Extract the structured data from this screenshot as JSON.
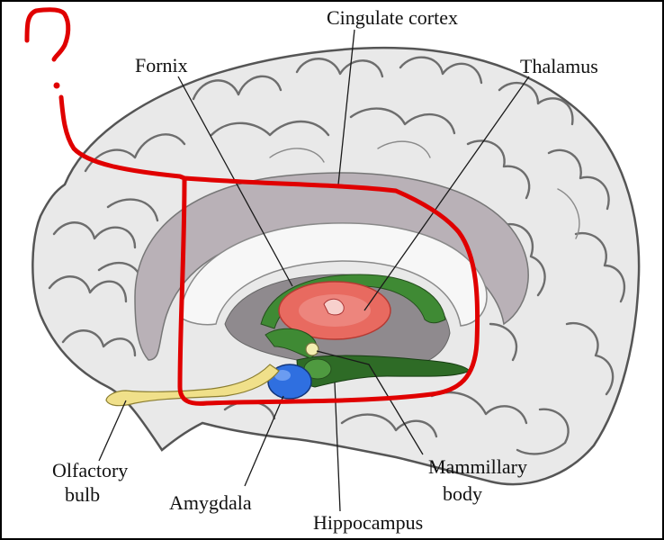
{
  "labels": {
    "cingulate_cortex": "Cingulate cortex",
    "fornix": "Fornix",
    "thalamus": "Thalamus",
    "olfactory_bulb_line1": "Olfactory",
    "olfactory_bulb_line2": "bulb",
    "amygdala": "Amygdala",
    "hippocampus": "Hippocampus",
    "mammillary_body_line1": "Mammillary",
    "mammillary_body_line2": "body"
  },
  "colors": {
    "annotation": "#e00000",
    "thalamus": "#e86a60",
    "amygdala": "#2f6fe0",
    "hippocampus": "#2e6b26",
    "fornix": "#3f8a34",
    "olfactory": "#f0e08a",
    "mammillary": "#f3eeb0",
    "cortex": "#e9e9e9",
    "limbic_band": "#b8b0b6"
  }
}
